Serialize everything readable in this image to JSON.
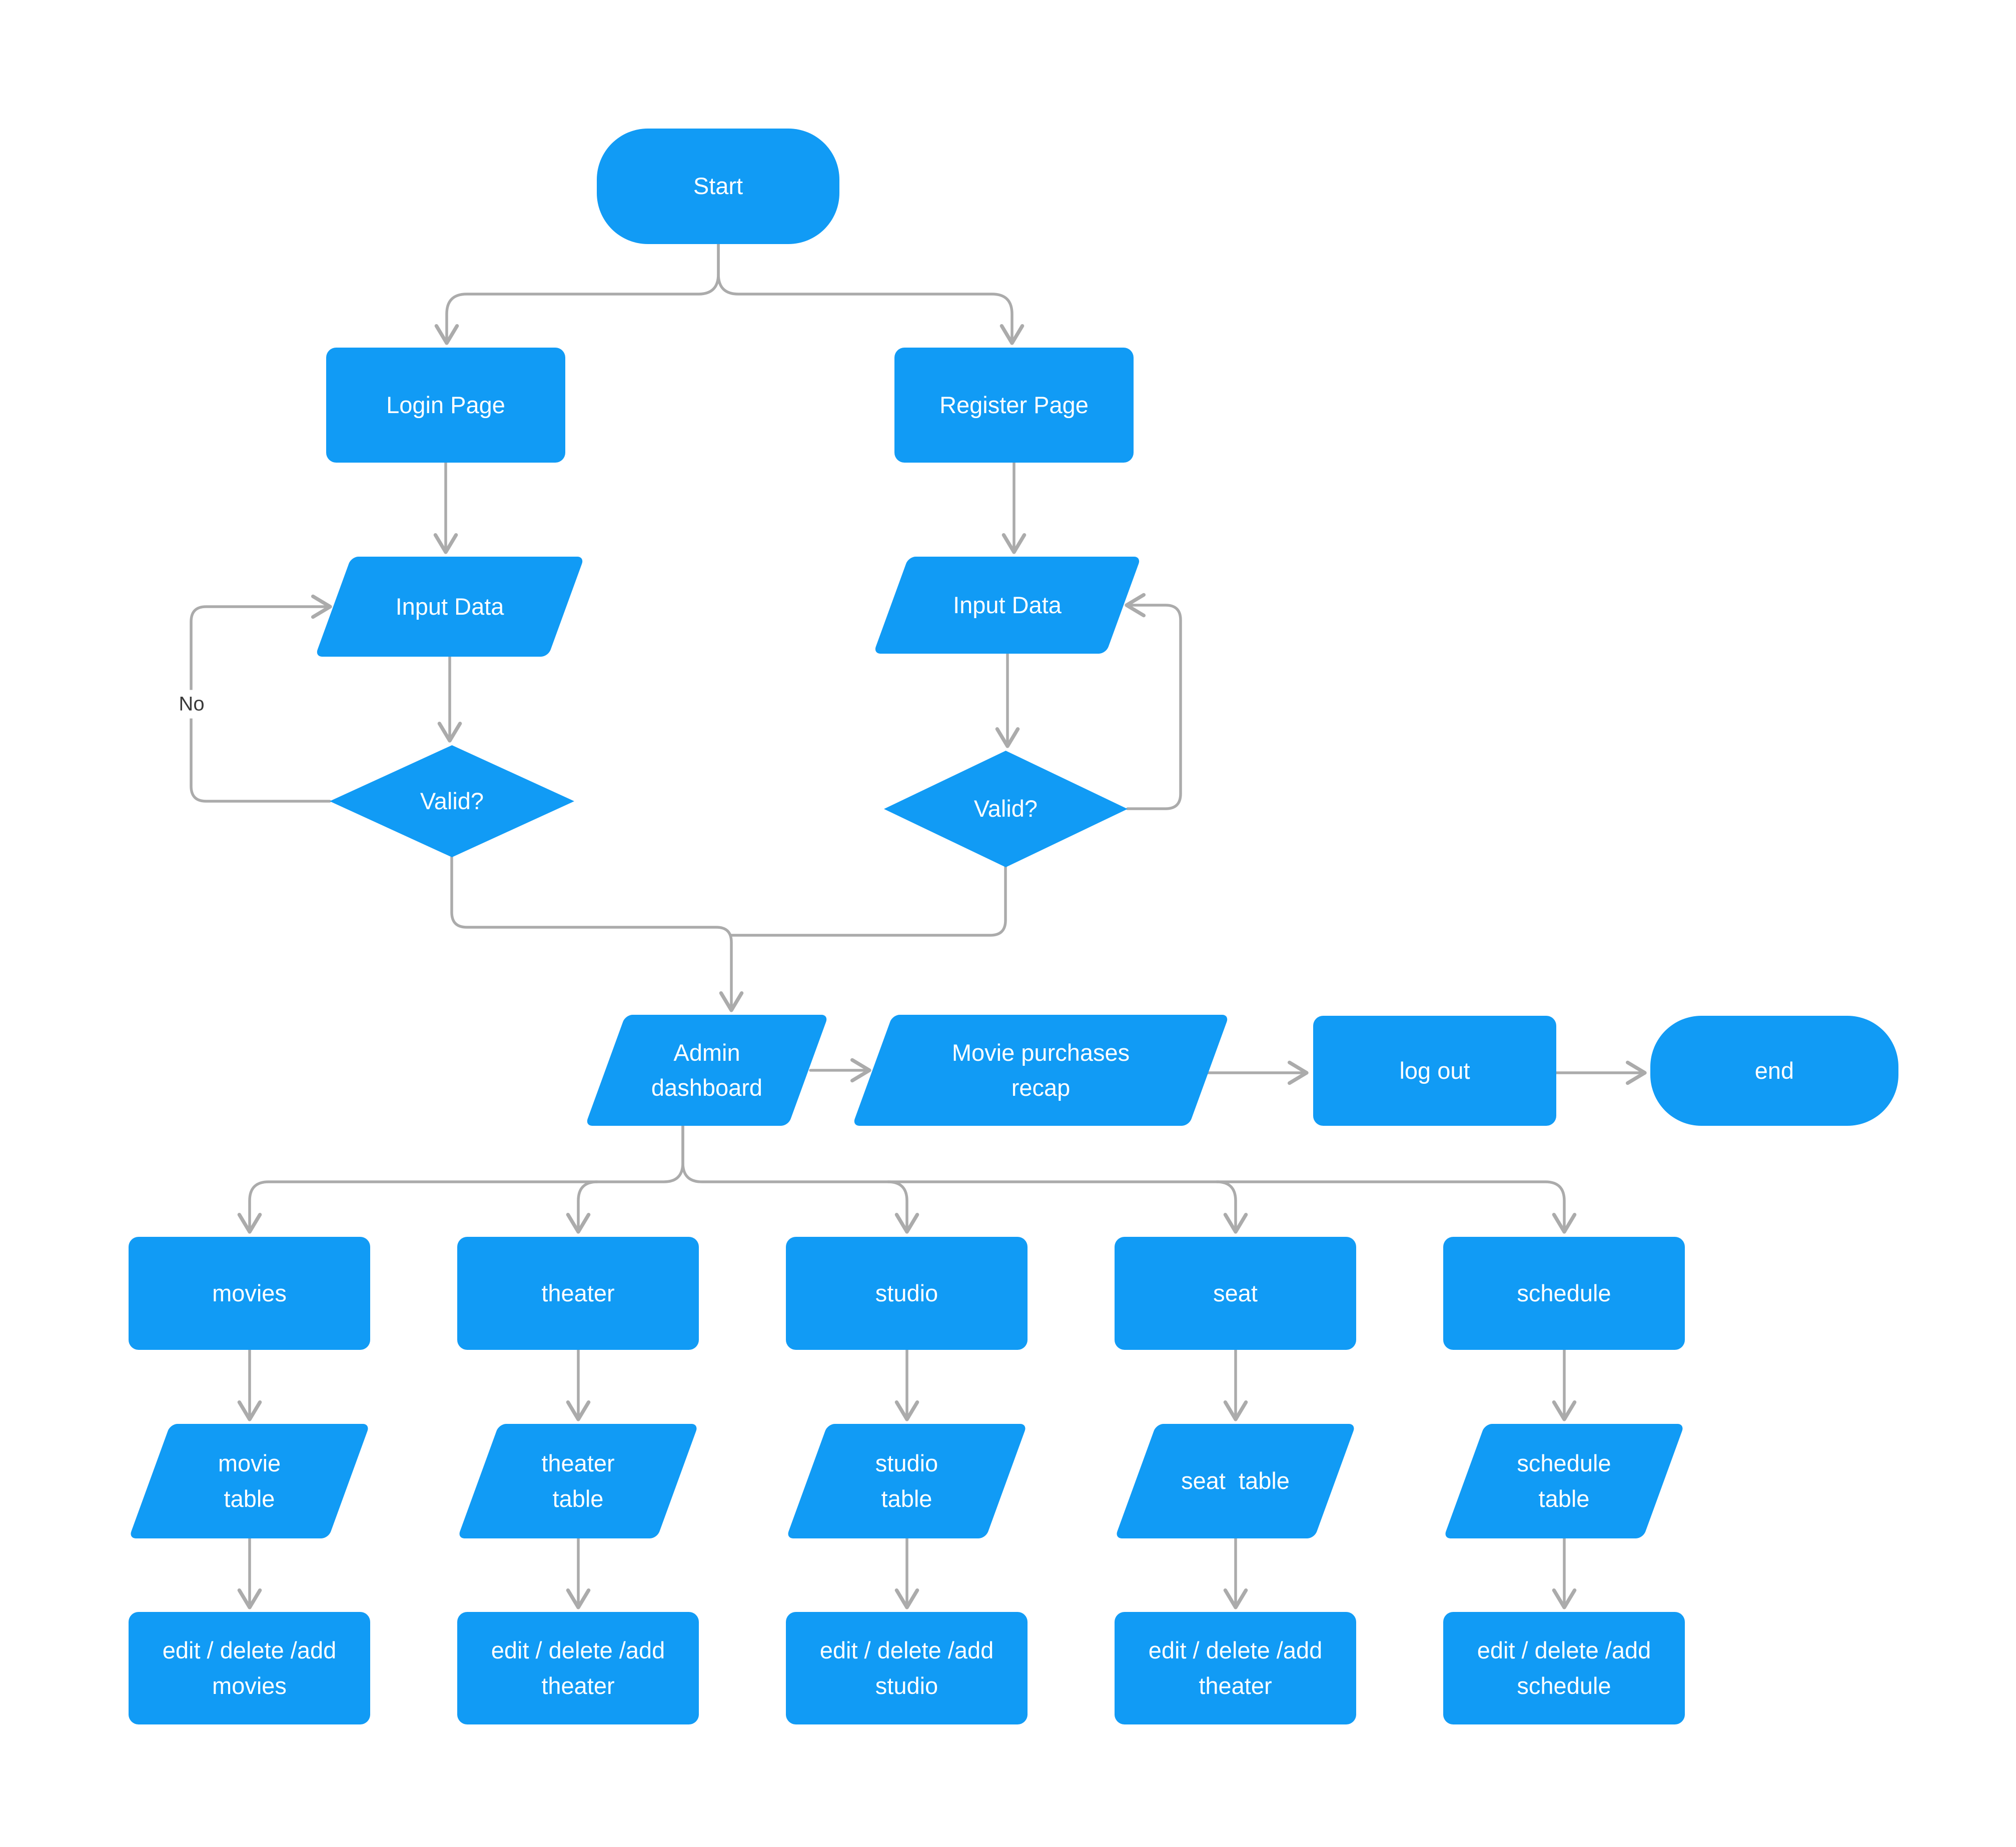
{
  "colors": {
    "node_fill": "#119BF5",
    "connector": "#ABABAB",
    "label_text": "#FFFFFF",
    "edge_label_text": "#3A3A3A",
    "background": "#FFFFFF"
  },
  "nodes": {
    "start": {
      "label": "Start",
      "shape": "stadium"
    },
    "login_page": {
      "label": "Login Page",
      "shape": "rect"
    },
    "register_page": {
      "label": "Register Page",
      "shape": "rect"
    },
    "input_data_login": {
      "label": "Input Data",
      "shape": "parallelogram"
    },
    "input_data_register": {
      "label": "Input Data",
      "shape": "parallelogram"
    },
    "valid_login": {
      "label": "Valid?",
      "shape": "diamond"
    },
    "valid_register": {
      "label": "Valid?",
      "shape": "diamond"
    },
    "admin_dashboard": {
      "label": "Admin\ndashboard",
      "shape": "parallelogram"
    },
    "movie_purchases_recap": {
      "label": "Movie purchases\nrecap",
      "shape": "parallelogram"
    },
    "log_out": {
      "label": "log out",
      "shape": "rect"
    },
    "end": {
      "label": "end",
      "shape": "stadium"
    },
    "movies": {
      "label": "movies",
      "shape": "rect"
    },
    "theater": {
      "label": "theater",
      "shape": "rect"
    },
    "studio": {
      "label": "studio",
      "shape": "rect"
    },
    "seat": {
      "label": "seat",
      "shape": "rect"
    },
    "schedule": {
      "label": "schedule",
      "shape": "rect"
    },
    "movie_table": {
      "label": "movie\ntable",
      "shape": "parallelogram"
    },
    "theater_table": {
      "label": "theater\ntable",
      "shape": "parallelogram"
    },
    "studio_table": {
      "label": "studio\ntable",
      "shape": "parallelogram"
    },
    "seat_table": {
      "label": "seat  table",
      "shape": "parallelogram"
    },
    "schedule_table": {
      "label": "schedule\ntable",
      "shape": "parallelogram"
    },
    "edit_movies": {
      "label": "edit / delete /add\nmovies",
      "shape": "rect"
    },
    "edit_theater": {
      "label": "edit / delete /add\ntheater",
      "shape": "rect"
    },
    "edit_studio": {
      "label": "edit / delete /add\nstudio",
      "shape": "rect"
    },
    "edit_seat": {
      "label": "edit / delete /add\ntheater",
      "shape": "rect"
    },
    "edit_schedule": {
      "label": "edit / delete /add\nschedule",
      "shape": "rect"
    }
  },
  "edge_labels": {
    "no": "No"
  },
  "edges": [
    {
      "from": "start",
      "to": "login_page"
    },
    {
      "from": "start",
      "to": "register_page"
    },
    {
      "from": "login_page",
      "to": "input_data_login"
    },
    {
      "from": "register_page",
      "to": "input_data_register"
    },
    {
      "from": "input_data_login",
      "to": "valid_login"
    },
    {
      "from": "input_data_register",
      "to": "valid_register"
    },
    {
      "from": "valid_login",
      "to": "input_data_login",
      "label": "No"
    },
    {
      "from": "valid_register",
      "to": "input_data_register"
    },
    {
      "from": "valid_login",
      "to": "admin_dashboard"
    },
    {
      "from": "valid_register",
      "to": "admin_dashboard"
    },
    {
      "from": "admin_dashboard",
      "to": "movie_purchases_recap"
    },
    {
      "from": "movie_purchases_recap",
      "to": "log_out"
    },
    {
      "from": "log_out",
      "to": "end"
    },
    {
      "from": "admin_dashboard",
      "to": "movies"
    },
    {
      "from": "admin_dashboard",
      "to": "theater"
    },
    {
      "from": "admin_dashboard",
      "to": "studio"
    },
    {
      "from": "admin_dashboard",
      "to": "seat"
    },
    {
      "from": "admin_dashboard",
      "to": "schedule"
    },
    {
      "from": "movies",
      "to": "movie_table"
    },
    {
      "from": "movie_table",
      "to": "edit_movies"
    },
    {
      "from": "theater",
      "to": "theater_table"
    },
    {
      "from": "theater_table",
      "to": "edit_theater"
    },
    {
      "from": "studio",
      "to": "studio_table"
    },
    {
      "from": "studio_table",
      "to": "edit_studio"
    },
    {
      "from": "seat",
      "to": "seat_table"
    },
    {
      "from": "seat_table",
      "to": "edit_seat"
    },
    {
      "from": "schedule",
      "to": "schedule_table"
    },
    {
      "from": "schedule_table",
      "to": "edit_schedule"
    }
  ]
}
